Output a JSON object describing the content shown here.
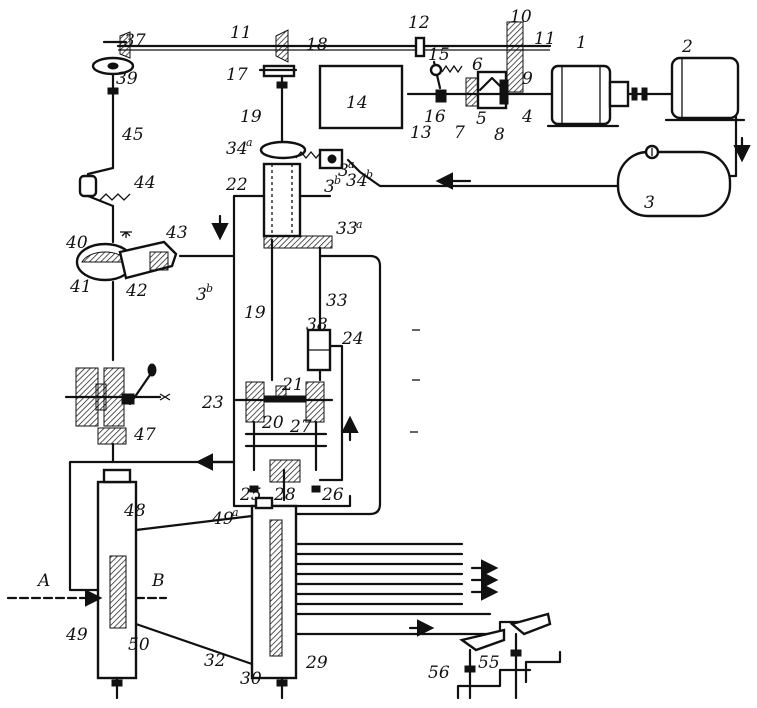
{
  "labels": {
    "l1": "1",
    "l2": "2",
    "l3": "3",
    "l4": "4",
    "l5": "5",
    "l6": "6",
    "l7": "7",
    "l8": "8",
    "l9": "9",
    "l10": "10",
    "l11a": "11",
    "l11b": "11",
    "l12": "12",
    "l13": "13",
    "l14": "14",
    "l15": "15",
    "l16": "16",
    "l17": "17",
    "l18": "18",
    "l19a": "19",
    "l19b": "19",
    "l20": "20",
    "l21": "21",
    "l22": "22",
    "l23": "23",
    "l24": "24",
    "l25": "25",
    "l26": "26",
    "l27": "27",
    "l28": "28",
    "l29": "29",
    "l30": "30",
    "l32": "32",
    "l33": "33",
    "l33a": "33",
    "l34a": "34",
    "l34b": "34",
    "l3a": "3",
    "l3b1": "3",
    "l3b2": "3",
    "l37": "37",
    "l38": "38",
    "l39": "39",
    "l40": "40",
    "l41": "41",
    "l42": "42",
    "l43": "43",
    "l44": "44",
    "l45": "45",
    "l47": "47",
    "l48": "48",
    "l49": "49",
    "l49a": "49",
    "l50": "50",
    "l55": "55",
    "l56": "56",
    "lA": "A",
    "lB": "B"
  },
  "sups": {
    "s34a": "a",
    "s34b": "b",
    "s3a": "a",
    "s3b1": "b",
    "s3b2": "b",
    "s33a": "a",
    "s49a": "a"
  }
}
